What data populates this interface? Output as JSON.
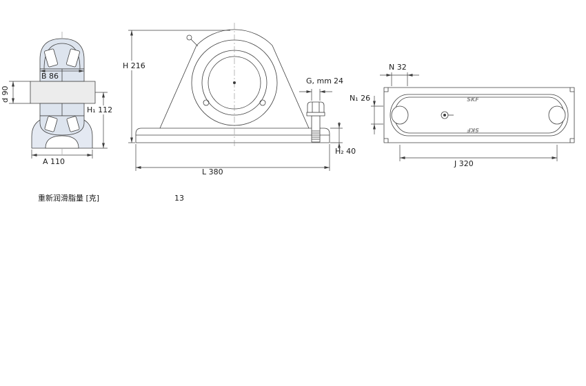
{
  "side_view": {
    "dim_B": "B 86",
    "dim_d": "d 90",
    "dim_H1": "H₁ 112",
    "dim_A": "A 110"
  },
  "front_view": {
    "dim_H": "H 216",
    "dim_G_label": "G, mm",
    "dim_G_value": "24",
    "dim_H2": "H₂ 40",
    "dim_L": "L 380"
  },
  "top_view": {
    "dim_N": "N 32",
    "dim_N1": "N₁ 26",
    "dim_J": "J 320",
    "logo": "SKF"
  },
  "footer": {
    "grease_label": "重新润滑脂量 [克]",
    "grease_value": "13"
  },
  "colors": {
    "line": "#3c3c3c",
    "bearing_fill": "#dde4ee",
    "shaft_fill": "#ececec",
    "housing_fill": "#e4e9f2",
    "background": "#ffffff"
  }
}
